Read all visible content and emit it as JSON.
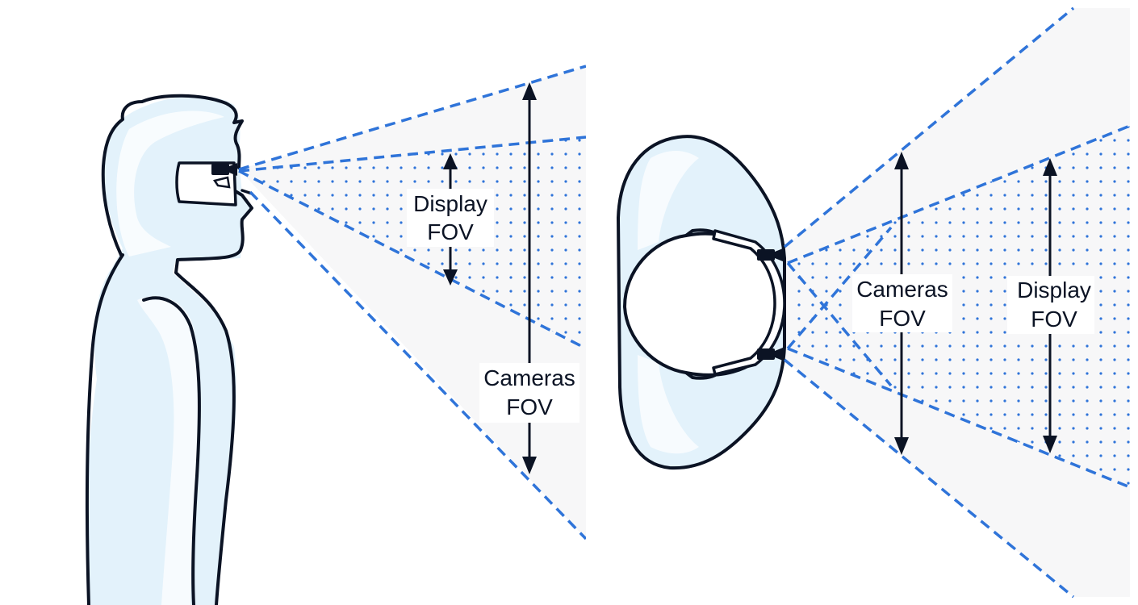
{
  "side_view": {
    "display_label": [
      "Display",
      "FOV"
    ],
    "cameras_label": [
      "Cameras",
      "FOV"
    ]
  },
  "top_view": {
    "cameras_label": [
      "Cameras",
      "FOV"
    ],
    "display_label": [
      "Display",
      "FOV"
    ]
  },
  "colors": {
    "fov_line": "#2f74d9",
    "outline": "#0b1324",
    "skin_tint": "#e3f2fb",
    "cone_fill": "#f7f7f8",
    "dot_pattern": "#2f74d9"
  }
}
